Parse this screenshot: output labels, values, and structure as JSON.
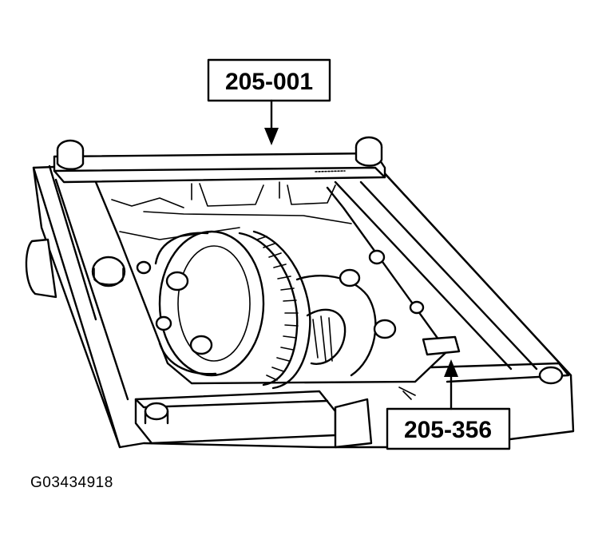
{
  "callouts": {
    "top_tool": "205-001",
    "bottom_tool": "205-356"
  },
  "figure_id": "G03434918",
  "colors": {
    "ink": "#000000",
    "paper": "#ffffff"
  }
}
